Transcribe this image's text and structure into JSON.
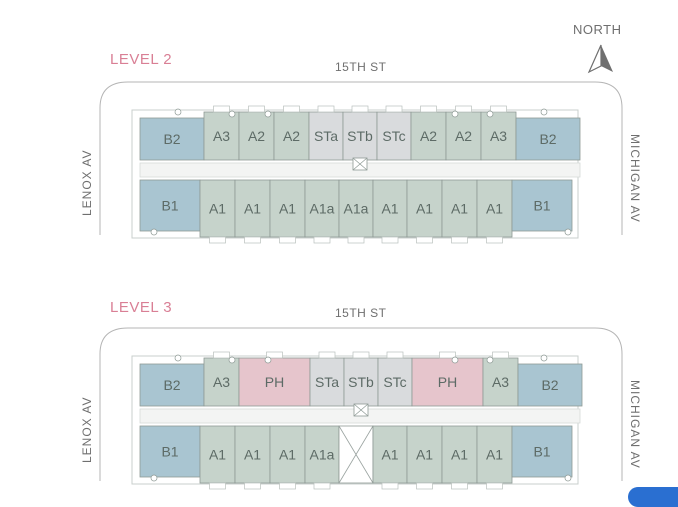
{
  "compass": {
    "label": "NORTH",
    "icon": "north-arrow-icon"
  },
  "colors": {
    "studio_a": "#c6d3cb",
    "studio_s": "#d9dbdd",
    "corner_b": "#a9c5d1",
    "penthouse": "#e6c5cc",
    "outline": "#8e9a95",
    "level_label": "#d97f95"
  },
  "levels": [
    {
      "label": "LEVEL 2",
      "north_street": "15TH ST",
      "west_street": "LENOX AV",
      "east_street": "MICHIGAN AV",
      "top_row": [
        "B2",
        "A3",
        "A2",
        "A2",
        "STa",
        "STb",
        "STc",
        "A2",
        "A2",
        "A3",
        "B2"
      ],
      "bottom_row": [
        "B1",
        "A1",
        "A1",
        "A1",
        "A1a",
        "A1a",
        "A1",
        "A1",
        "A1",
        "A1",
        "B1"
      ]
    },
    {
      "label": "LEVEL 3",
      "north_street": "15TH ST",
      "west_street": "LENOX AV",
      "east_street": "MICHIGAN AV",
      "top_row": [
        "B2",
        "A3",
        "PH",
        "STa",
        "STb",
        "STc",
        "PH",
        "A3",
        "B2"
      ],
      "bottom_row": [
        "B1",
        "A1",
        "A1",
        "A1",
        "A1a",
        "",
        "A1",
        "A1",
        "A1",
        "A1",
        "B1"
      ]
    }
  ]
}
